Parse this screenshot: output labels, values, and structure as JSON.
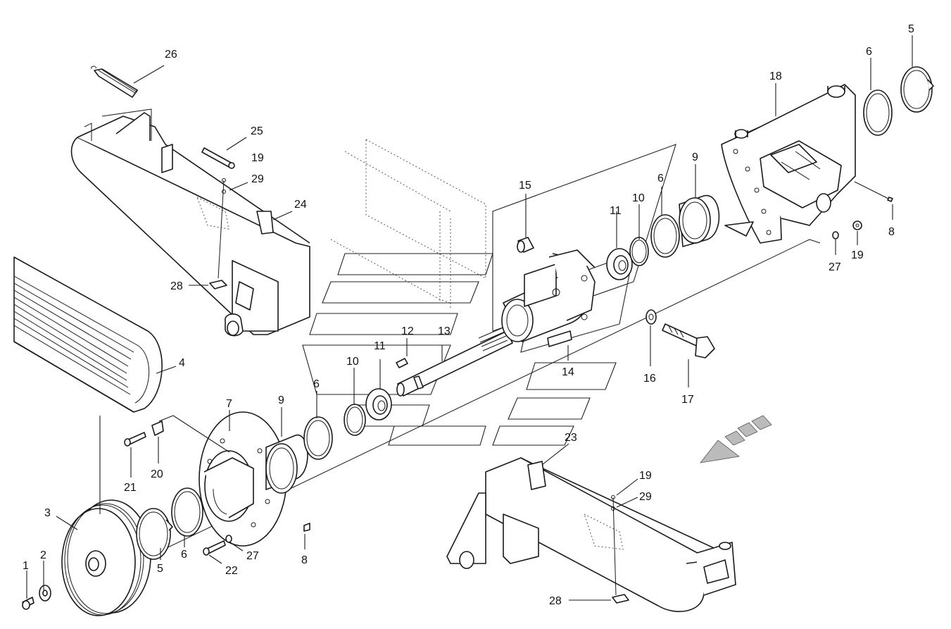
{
  "labels": {
    "l1": "1",
    "l2": "2",
    "l3": "3",
    "l4": "4",
    "l5a": "5",
    "l5b": "5",
    "l6a": "6",
    "l6b": "6",
    "l6c": "6",
    "l6d": "6",
    "l7": "7",
    "l8a": "8",
    "l8b": "8",
    "l9a": "9",
    "l9b": "9",
    "l10a": "10",
    "l10b": "10",
    "l11a": "11",
    "l11b": "11",
    "l12": "12",
    "l13": "13",
    "l14": "14",
    "l15": "15",
    "l16": "16",
    "l17": "17",
    "l18": "18",
    "l19a": "19",
    "l19b": "19",
    "l19c": "19",
    "l20": "20",
    "l21": "21",
    "l22": "22",
    "l23": "23",
    "l24": "24",
    "l25": "25",
    "l26": "26",
    "l27a": "27",
    "l27b": "27",
    "l28a": "28",
    "l28b": "28",
    "l29a": "29",
    "l29b": "29"
  },
  "colors": {
    "line": "#1a1a1a",
    "background": "#ffffff",
    "hatch": "#bbbbbb"
  }
}
